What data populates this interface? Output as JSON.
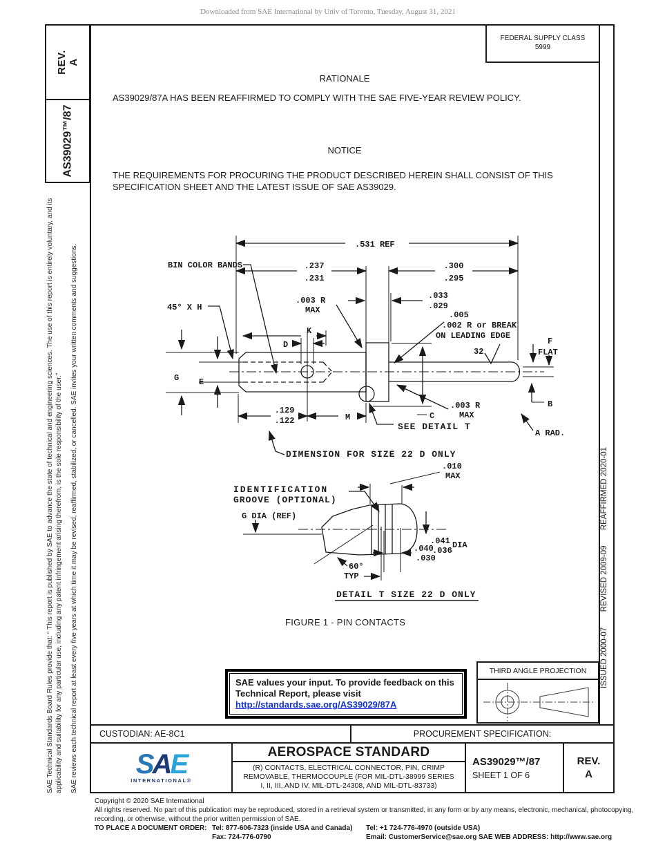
{
  "watermark": "Downloaded from SAE International by Univ of Toronto, Tuesday, August 31, 2021",
  "sidebar": {
    "rev": "REV.\nA",
    "doc_number": "AS39029™/87",
    "legal_para1": "SAE Technical Standards Board Rules provide that: “ This report is published by SAE to advance the state of technical and engineering sciences. The use of this report is entirely voluntary, and its applicability and suitability for any particular use, including any patent infringement arising therefrom, is the sole responsibility of the user.”",
    "legal_para2": "SAE reviews each technical report at least every five years at which time it may be revised, reaffirmed, stabilized, or cancelled. SAE invites your written comments and suggestions."
  },
  "header": {
    "fsc_line1": "FEDERAL SUPPLY CLASS",
    "fsc_line2": "5999"
  },
  "rationale": {
    "title": "RATIONALE",
    "body": "AS39029/87A HAS BEEN REAFFIRMED TO COMPLY WITH THE SAE FIVE-YEAR REVIEW POLICY."
  },
  "notice": {
    "title": "NOTICE",
    "body": "THE REQUIREMENTS FOR PROCURING THE PRODUCT DESCRIBED HEREIN SHALL CONSIST OF THIS SPECIFICATION SHEET AND THE LATEST ISSUE OF SAE AS39029."
  },
  "revision_history": "ISSUED 2000-07       REVISED 2009-09       REAFFIRMED 2020-01",
  "figure": {
    "caption": "FIGURE 1 - PIN CONTACTS",
    "labels": {
      "dim531": ".531 REF",
      "binColorBands": "BIN COLOR BANDS",
      "dim237": ".237",
      "dim231": ".231",
      "dim300": ".300",
      "dim295": ".295",
      "dim033": ".033",
      "dim029": ".029",
      "r003a": ".003 R",
      "maxA": "MAX",
      "dim005": ".005",
      "dim002": ".002 R or BREAK",
      "leadingEdge": "ON LEADING EDGE",
      "finish32": "32",
      "chamfer": "45° X H",
      "kLabel": "K",
      "dLabel": "D",
      "gLabel": "G",
      "eLabel": "E",
      "dim129": ".129",
      "dim122": ".122",
      "mLabel": "M",
      "cLabel": "C",
      "r003b": ".003 R",
      "maxB": "MAX",
      "seeDetail": "SEE DETAIL T",
      "fLabel": "F",
      "flatLabel": "FLAT",
      "bLabel": "B",
      "aRad": "A RAD.",
      "size22": "DIMENSION FOR SIZE 22 D ONLY",
      "idGroove1": "IDENTIFICATION",
      "idGroove2": "GROOVE (OPTIONAL)",
      "dim010": ".010",
      "max010": "MAX",
      "gDiaRef": "G DIA (REF)",
      "dim041": ".041",
      "dim036": ".036",
      "diaLabel": "DIA",
      "dim040": ".040",
      "dim030": ".030",
      "deg60": "60°",
      "typLabel": "TYP",
      "detailTitle": "DETAIL T  SIZE 22 D ONLY"
    }
  },
  "feedback_box": {
    "line1": "SAE values your input. To provide feedback on this",
    "line2": "Technical Report, please visit",
    "link": "http://standards.sae.org/AS39029/87A"
  },
  "projection_box": {
    "title": "THIRD ANGLE PROJECTION"
  },
  "title_block": {
    "custodian": "CUSTODIAN: AE-8C1",
    "procurement": "PROCUREMENT SPECIFICATION:",
    "logo_s": "S",
    "logo_a": "A",
    "logo_e": "E",
    "logo_sub": "INTERNATIONAL®",
    "standard_type": "AEROSPACE STANDARD",
    "title_line1": "(R) CONTACTS, ELECTRICAL CONNECTOR, PIN, CRIMP",
    "title_line2": "REMOVABLE, THERMOCOUPLE (FOR MIL-DTL-38999 SERIES",
    "title_line3": "I, II, III, AND IV, MIL-DTL-24308, AND MIL-DTL-83733)",
    "doc_number": "AS39029™/87",
    "sheet": "SHEET 1 OF 6",
    "rev": "REV.\nA"
  },
  "footer": {
    "copyright": "Copyright © 2020 SAE International",
    "rights_line1": "All rights reserved. No part of this publication may be reproduced, stored in a retrieval system or transmitted, in any form or by any means, electronic, mechanical, photocopying,",
    "rights_line2": "recording, or otherwise, without the prior written permission of SAE.",
    "order_label": "TO PLACE A DOCUMENT ORDER:",
    "tel_inside": "Tel: 877-606-7323 (inside USA and Canada)",
    "tel_outside": "Tel: +1 724-776-4970 (outside USA)",
    "fax": "Fax: 724-776-0790",
    "email": "Email: CustomerService@sae.org",
    "web": "SAE WEB ADDRESS: http://www.sae.org"
  }
}
